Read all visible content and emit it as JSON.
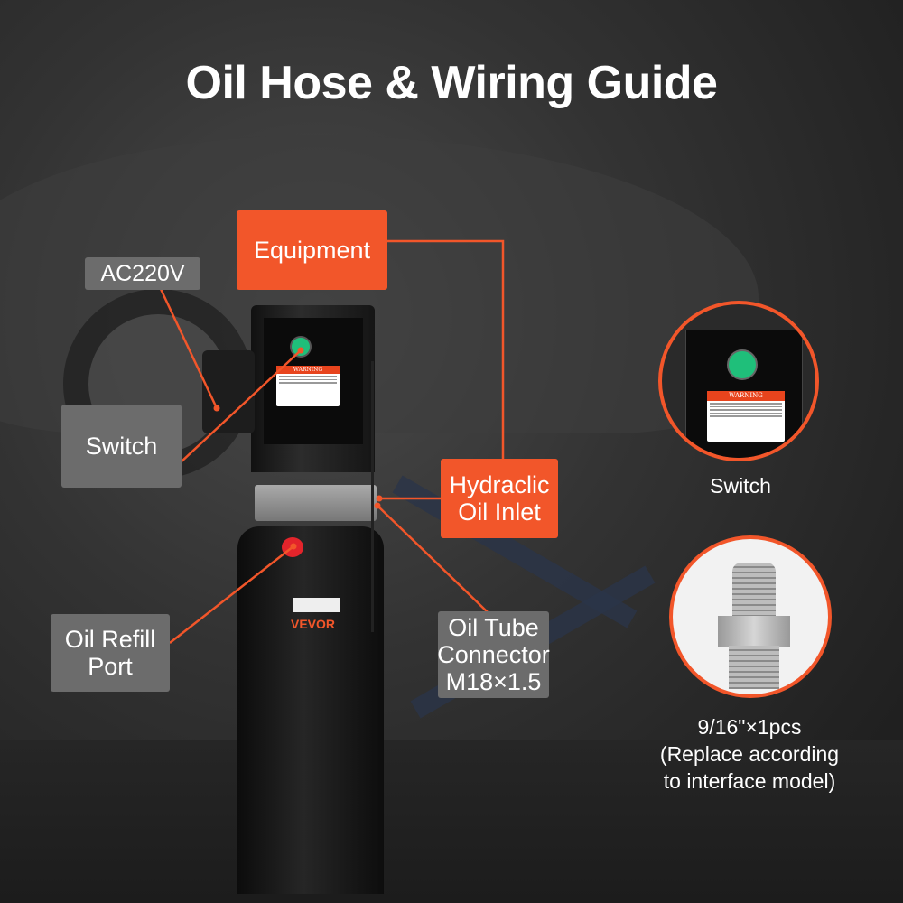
{
  "title": "Oil Hose & Wiring Guide",
  "labels": {
    "equipment": "Equipment",
    "ac": "AC220V",
    "switch": "Switch",
    "inlet_line1": "Hydraclic",
    "inlet_line2": "Oil Inlet",
    "refill_line1": "Oil Refill",
    "refill_line2": "Port",
    "tube_line1": "Oil Tube",
    "tube_line2": "Connector",
    "tube_line3": "M18×1.5"
  },
  "insets": {
    "switch_caption": "Switch",
    "fitting_line1": "9/16\"×1pcs",
    "fitting_line2": "(Replace according",
    "fitting_line3": "to interface model)"
  },
  "product": {
    "brand": "VEVOR",
    "warning": "WARNING"
  },
  "colors": {
    "accent": "#f2562a",
    "label_grey": "#6c6c6c",
    "button_green": "#1fbf7a"
  }
}
